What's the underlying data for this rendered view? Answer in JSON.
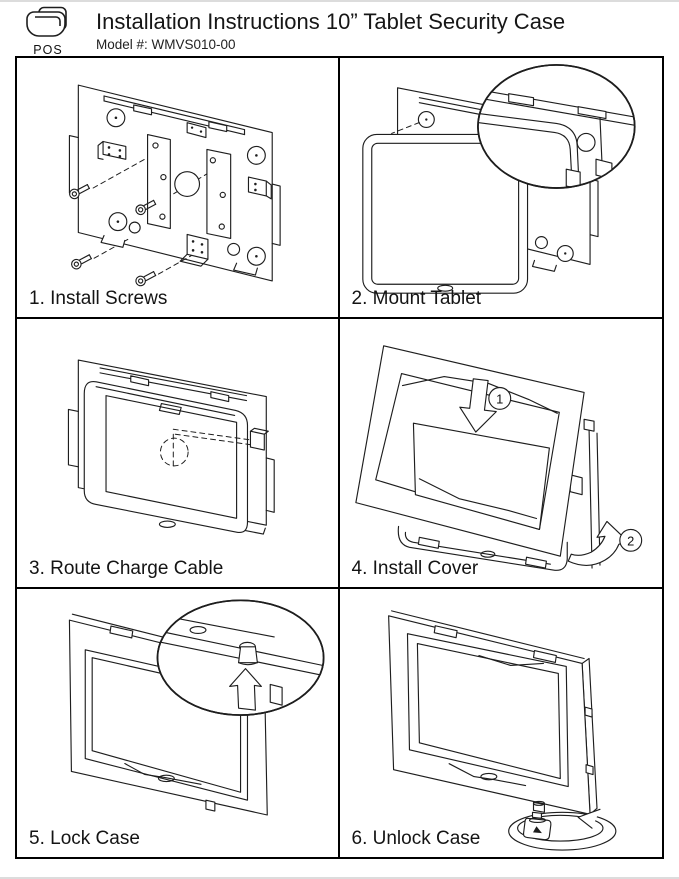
{
  "header": {
    "logo_text": "POS",
    "title": "Installation Instructions 10” Tablet Security Case",
    "model_label": "Model #: WMVS010-00"
  },
  "panels": [
    {
      "caption": "1. Install Screws"
    },
    {
      "caption": "2. Mount Tablet"
    },
    {
      "caption": "3. Route Charge Cable"
    },
    {
      "caption": "4. Install Cover",
      "step1": "1",
      "step2": "2"
    },
    {
      "caption": "5. Lock Case"
    },
    {
      "caption": "6. Unlock Case"
    }
  ]
}
